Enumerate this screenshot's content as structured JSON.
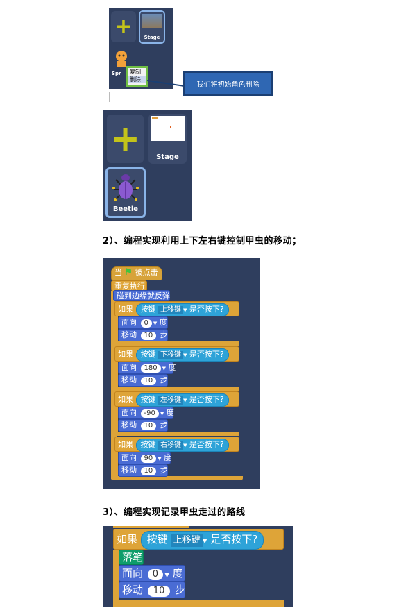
{
  "sprite_panel_top": {
    "plus_icon": "+",
    "stage_label": "Stage",
    "sprite_label": "Spr",
    "menu_items": [
      "复制",
      "删除"
    ],
    "callout_text": "我们将初始角色删除"
  },
  "sprite_panel_bottom": {
    "plus_icon": "+",
    "stage_label": "Stage",
    "sprite_label": "Beetle"
  },
  "heading2": "2）、编程实现利用上下左右键控制甲虫的移动；",
  "heading3": "3）、编程实现记录甲虫走过的路线",
  "script1": {
    "hat_when": "当",
    "hat_clicked": "被点击",
    "repeat": "重复执行",
    "bounce": "碰到边缘就反弹",
    "if_blocks": [
      {
        "if": "如果",
        "key": "按键",
        "key_name": "上移键",
        "pressed": "是否按下?",
        "point": "面向",
        "deg": "0",
        "deg_unit": "度",
        "move": "移动",
        "steps": "10",
        "steps_unit": "步"
      },
      {
        "if": "如果",
        "key": "按键",
        "key_name": "下移键",
        "pressed": "是否按下?",
        "point": "面向",
        "deg": "180",
        "deg_unit": "度",
        "move": "移动",
        "steps": "10",
        "steps_unit": "步"
      },
      {
        "if": "如果",
        "key": "按键",
        "key_name": "左移键",
        "pressed": "是否按下?",
        "point": "面向",
        "deg": "-90",
        "deg_unit": "度",
        "move": "移动",
        "steps": "10",
        "steps_unit": "步"
      },
      {
        "if": "如果",
        "key": "按键",
        "key_name": "右移键",
        "pressed": "是否按下?",
        "point": "面向",
        "deg": "90",
        "deg_unit": "度",
        "move": "移动",
        "steps": "10",
        "steps_unit": "步"
      }
    ]
  },
  "script2": {
    "if": "如果",
    "key": "按键",
    "key_name": "上移键",
    "pressed": "是否按下?",
    "pen_down": "落笔",
    "point": "面向",
    "deg": "0",
    "deg_unit": "度",
    "move": "移动",
    "steps": "10",
    "steps_unit": "步"
  },
  "colors": {
    "panel": "#2f3e5e",
    "plus": "#c3c31a",
    "control": "#dea438",
    "motion": "#4a6cd4",
    "sensing": "#2ea3d8",
    "pen": "#0f9d6b"
  }
}
